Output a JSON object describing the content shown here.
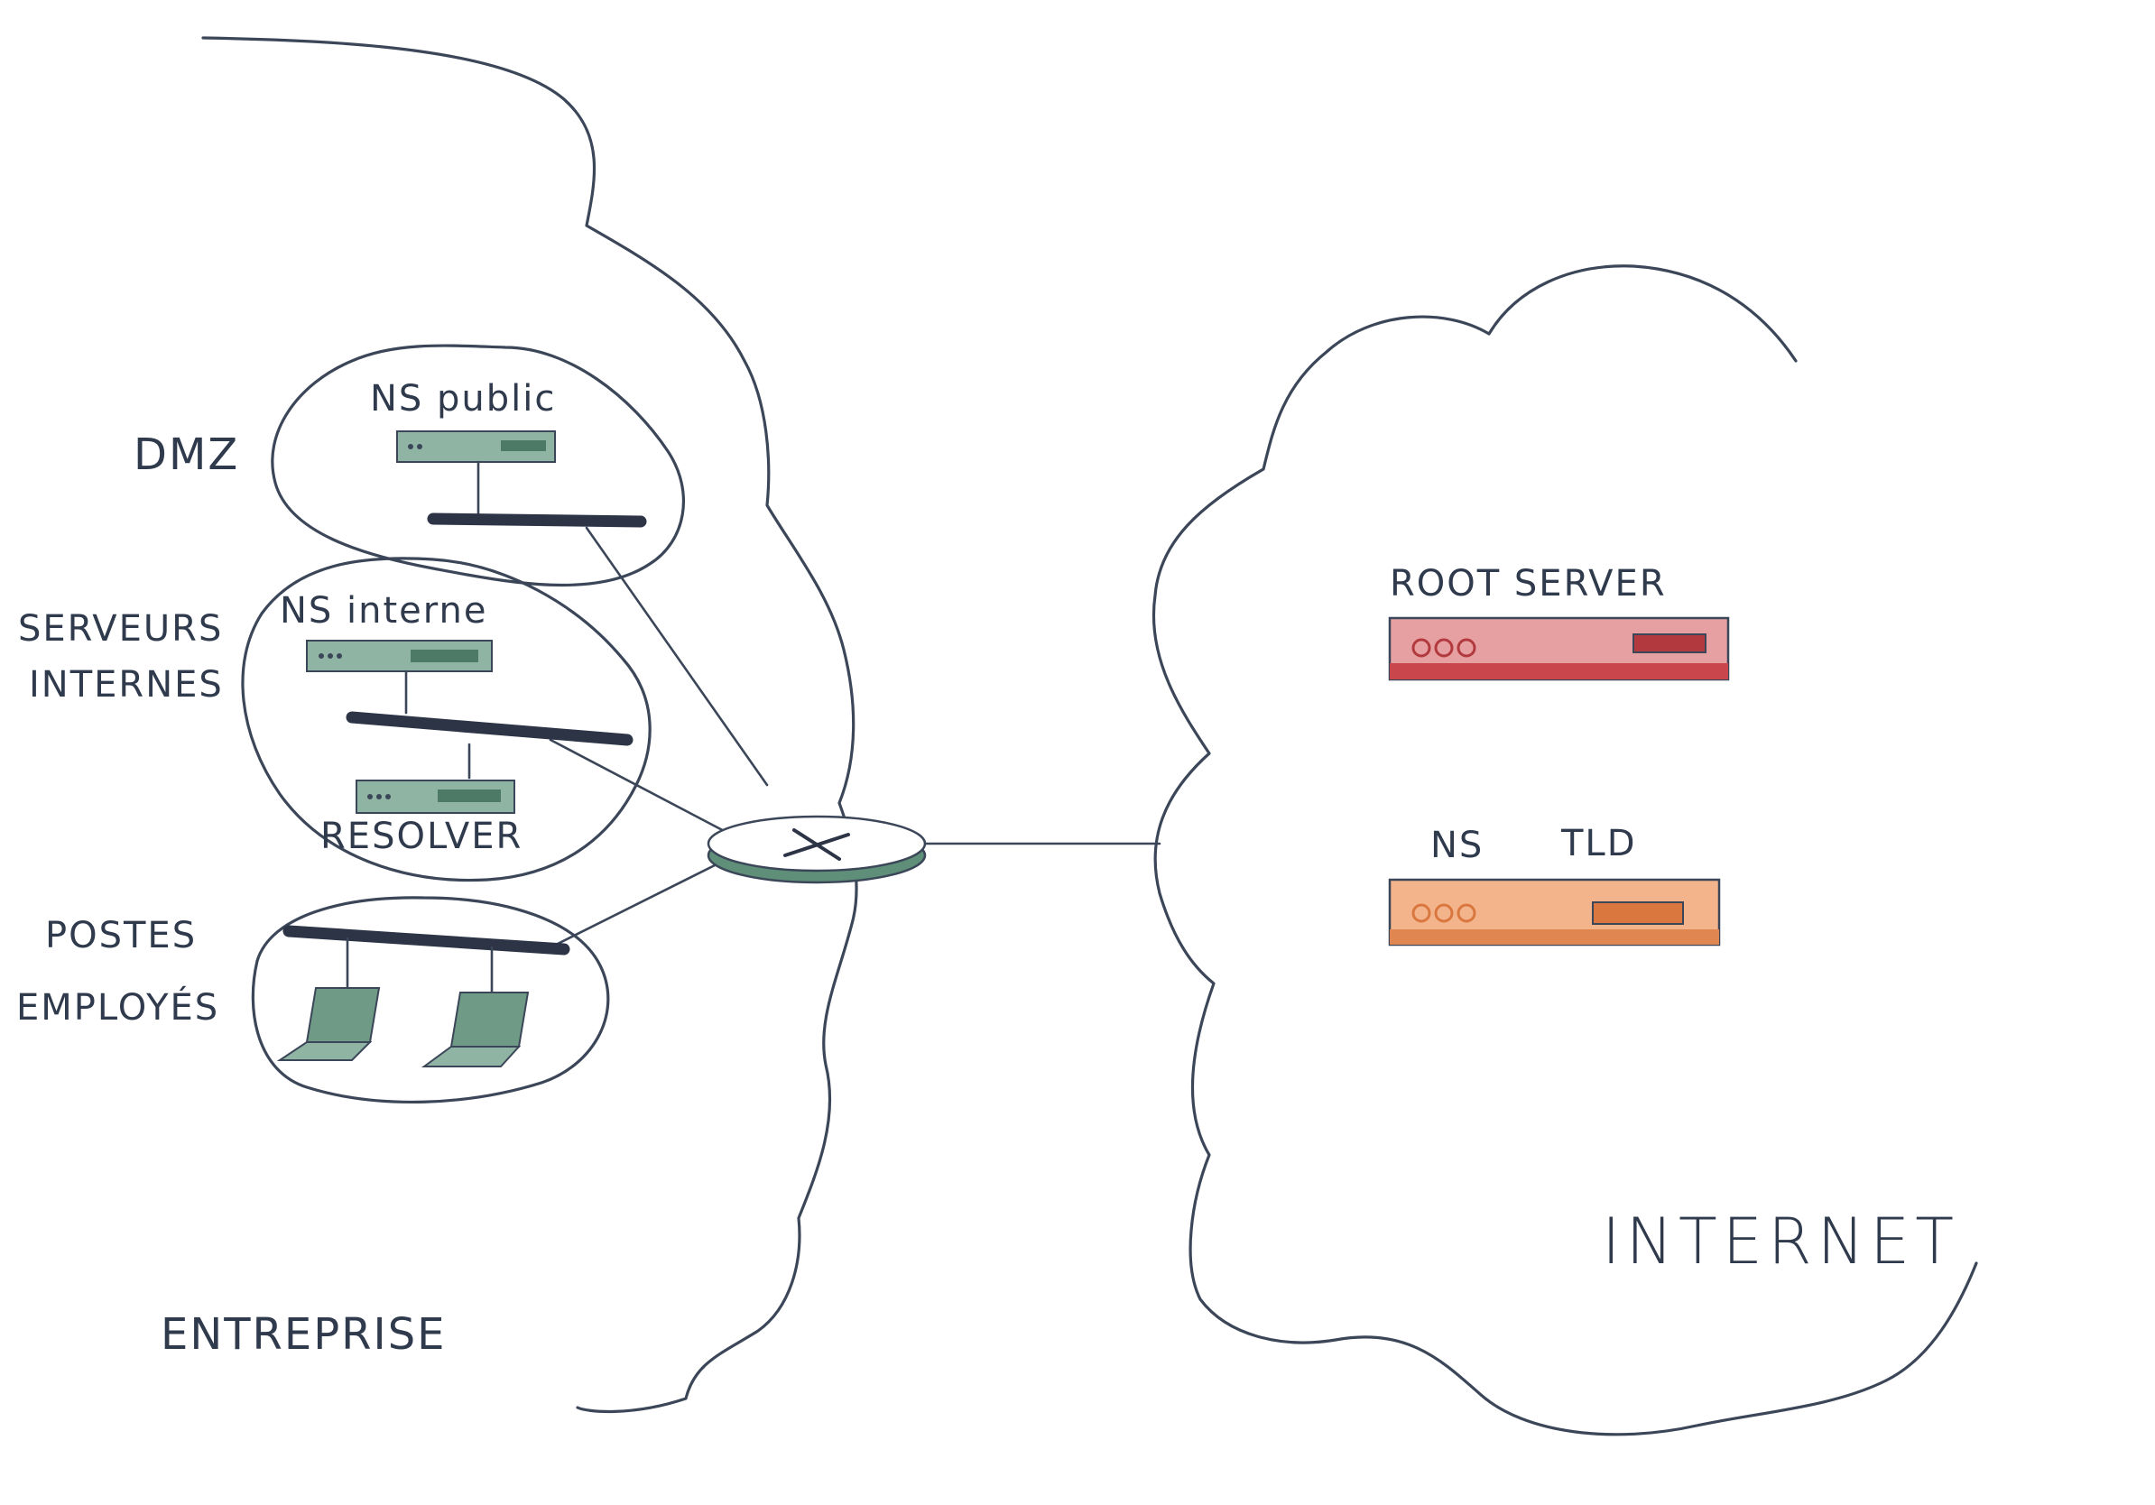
{
  "zones": {
    "enterprise": "ENTREPRISE",
    "internet": "INTERNET"
  },
  "segments": {
    "dmz": "DMZ",
    "internal_servers_line1": "SERVEURS",
    "internal_servers_line2": "INTERNES",
    "employee_workstations_line1": "POSTES",
    "employee_workstations_line2": "EMPLOYÉS"
  },
  "servers": {
    "ns_public": "NS public",
    "ns_internal": "NS interne",
    "resolver": "RESOLVER",
    "root_server": "ROOT SERVER",
    "ns_tld_ns": "NS",
    "ns_tld_tld": "TLD"
  },
  "colors": {
    "ink": "#3b4658",
    "bus": "#2c3446",
    "enterprise_device": "#6e9a86",
    "enterprise_device_dark": "#4d7a66",
    "router": "#5f8f78",
    "root_server": "#d2686c",
    "root_server_dark": "#b23a3f",
    "tld_server": "#ee9a6a",
    "tld_server_dark": "#d9773f"
  }
}
